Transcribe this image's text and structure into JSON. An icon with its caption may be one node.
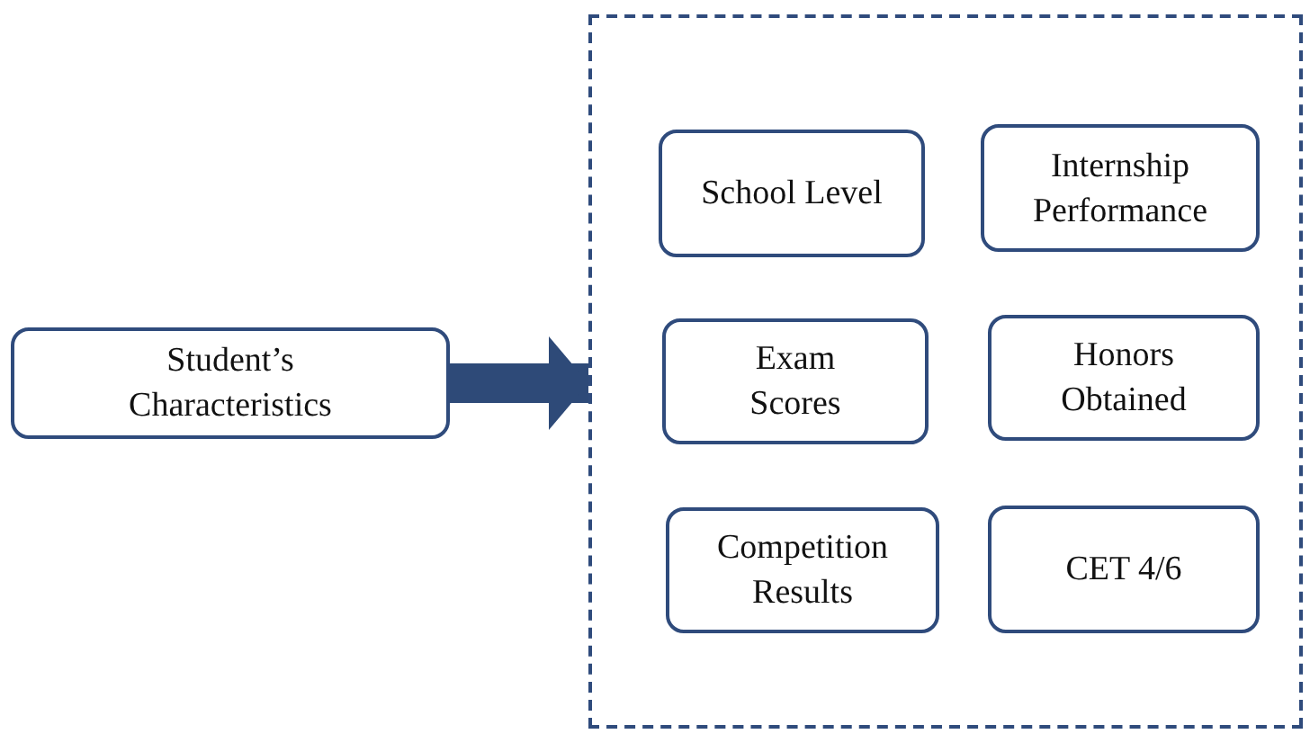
{
  "diagram": {
    "nodes": [
      {
        "text": [
          "Student’s Characteristics"
        ]
      },
      {
        "text": [],
        "shape": "box"
      },
      {
        "text": [
          "School Level"
        ],
        "in": 1
      },
      {
        "text": [
          "Internship Performance"
        ],
        "in": 1
      },
      {
        "text": [
          "Exam Scores"
        ],
        "in": 1
      },
      {
        "text": [
          "Honors Obtained"
        ],
        "in": 1
      },
      {
        "text": [
          "Competition Results"
        ],
        "in": 1
      },
      {
        "text": [
          "CET 4/6"
        ],
        "in": 1
      }
    ],
    "edges": [
      {
        "from": 0,
        "to": 1,
        "arrow": "to"
      }
    ]
  }
}
